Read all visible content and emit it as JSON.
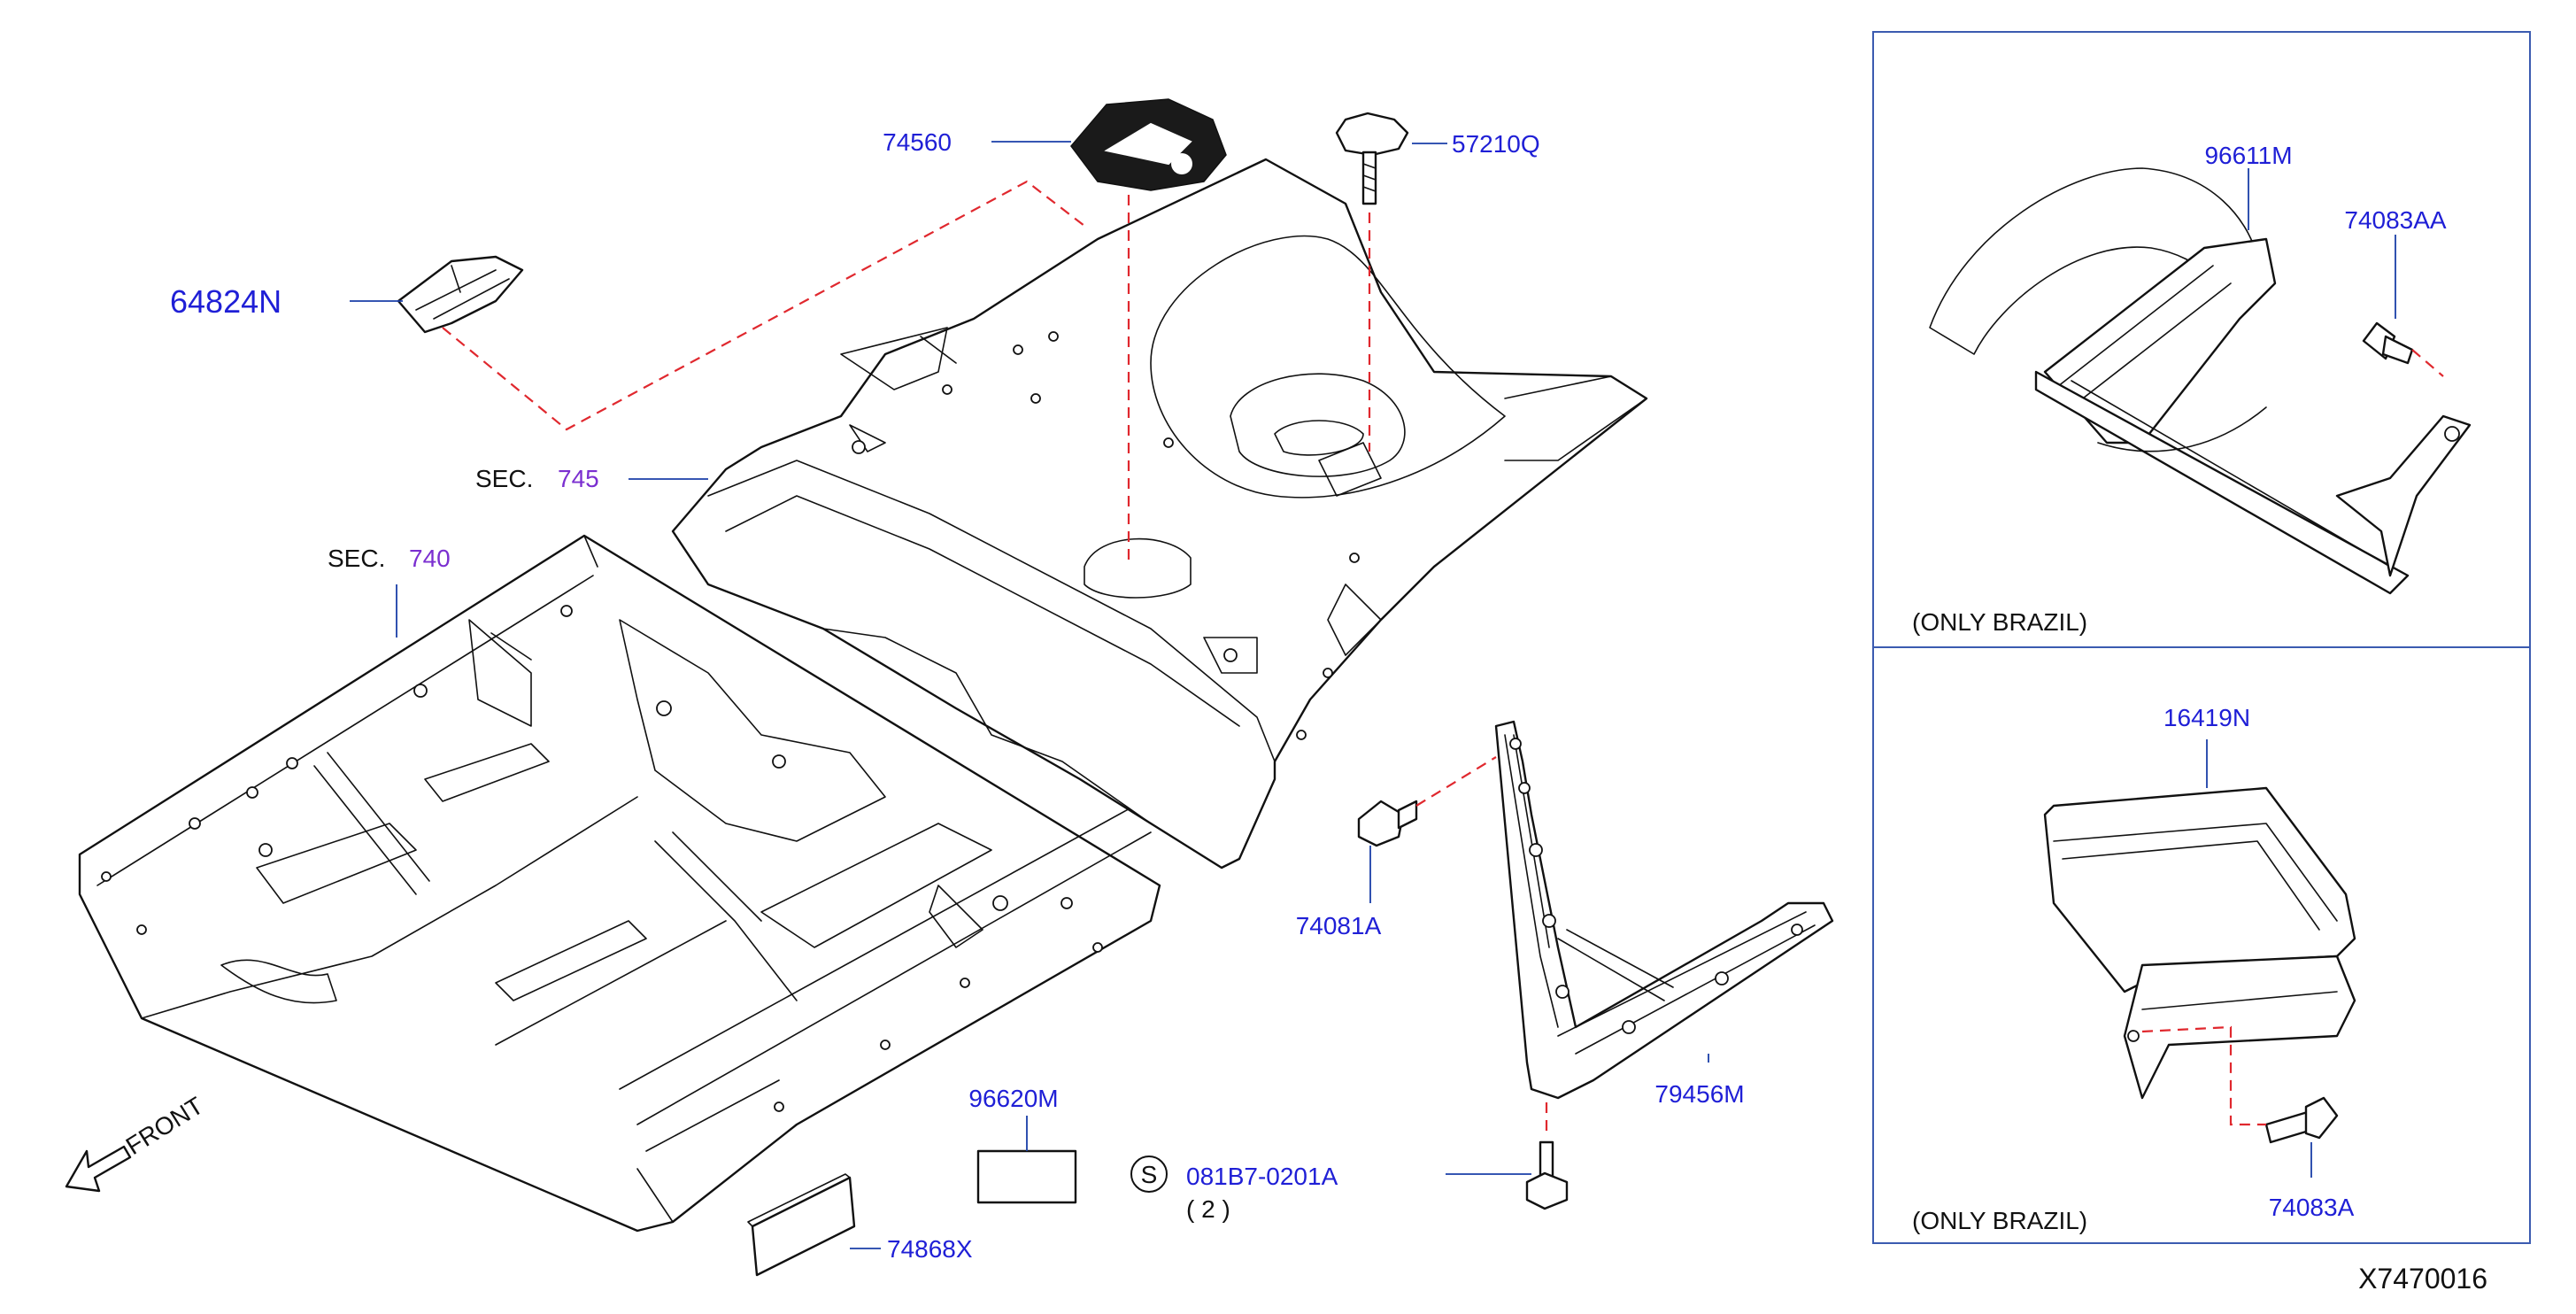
{
  "labels": {
    "p74560": "74560",
    "p57210q": "57210Q",
    "p64824n": "64824N",
    "sec745_prefix": "SEC.",
    "sec745_num": "745",
    "sec740_prefix": "SEC.",
    "sec740_num": "740",
    "p74081a": "74081A",
    "p79456m": "79456M",
    "p96620m": "96620M",
    "s_symbol": "S",
    "p081b7": "081B7-0201A",
    "qty": "( 2 )",
    "p74868x": "74868X",
    "front": "FRONT",
    "p96611m": "96611M",
    "p74083aa": "74083AA",
    "only_brazil_1": "(ONLY   BRAZIL)",
    "p16419n": "16419N",
    "p74083a": "74083A",
    "only_brazil_2": "(ONLY   BRAZIL)",
    "diagram_id": "X7470016"
  },
  "colors": {
    "label_blue": "#1f1fd6",
    "section_purple": "#7b2fd0",
    "dashed_red": "#e0282e",
    "leader_blue": "#1a3ea8",
    "line_black": "#111111"
  }
}
